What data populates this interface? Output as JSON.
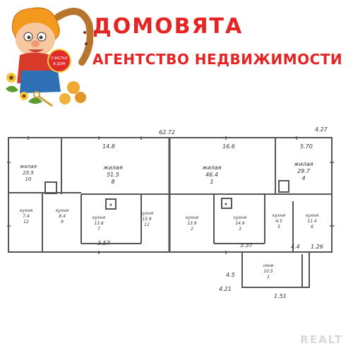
{
  "brand": {
    "title": "ДОМОВЯТА",
    "subtitle": "АГЕНТСТВО НЕДВИЖИМОСТИ",
    "logo_badge_text": "СЧАСТЬЕ В ДОМ",
    "accent_color": "#e52424"
  },
  "plan": {
    "dimensions": {
      "top_total": "62.72",
      "room_8_top": "14.8",
      "room_1_top": "16.6",
      "room_4_top": "5.70",
      "right_ext": "4.27",
      "bottom_ext": "4.21",
      "bottom_left": "3.57",
      "bottom_mid": "3.37",
      "annex_bottom": "1.51",
      "annex_right": "1.26",
      "annex_label": "4.4",
      "annex_side": "4.5"
    },
    "rooms": [
      {
        "number": "10",
        "label": "жилая",
        "area": "23.5"
      },
      {
        "number": "8",
        "label": "жилая",
        "area": "51.5"
      },
      {
        "number": "1",
        "label": "жилая",
        "area": "46.4"
      },
      {
        "number": "4",
        "label": "жилая",
        "area": "29.7"
      },
      {
        "number": "12",
        "label": "кухня",
        "area": "7.4"
      },
      {
        "number": "9",
        "label": "кухня",
        "area": "8.4"
      },
      {
        "number": "11",
        "label": "кухня",
        "area": "15.9"
      },
      {
        "number": "7",
        "label": "кухня",
        "area": "13.6"
      },
      {
        "number": "2",
        "label": "кухня",
        "area": "13.9"
      },
      {
        "number": "3",
        "label": "кухня",
        "area": "14.9"
      },
      {
        "number": "5",
        "label": "кухня",
        "area": "4.5"
      },
      {
        "number": "6",
        "label": "кухня",
        "area": "11.4"
      },
      {
        "number": "1",
        "label": "сени",
        "area": "10.5"
      }
    ]
  },
  "watermark": "REALT"
}
